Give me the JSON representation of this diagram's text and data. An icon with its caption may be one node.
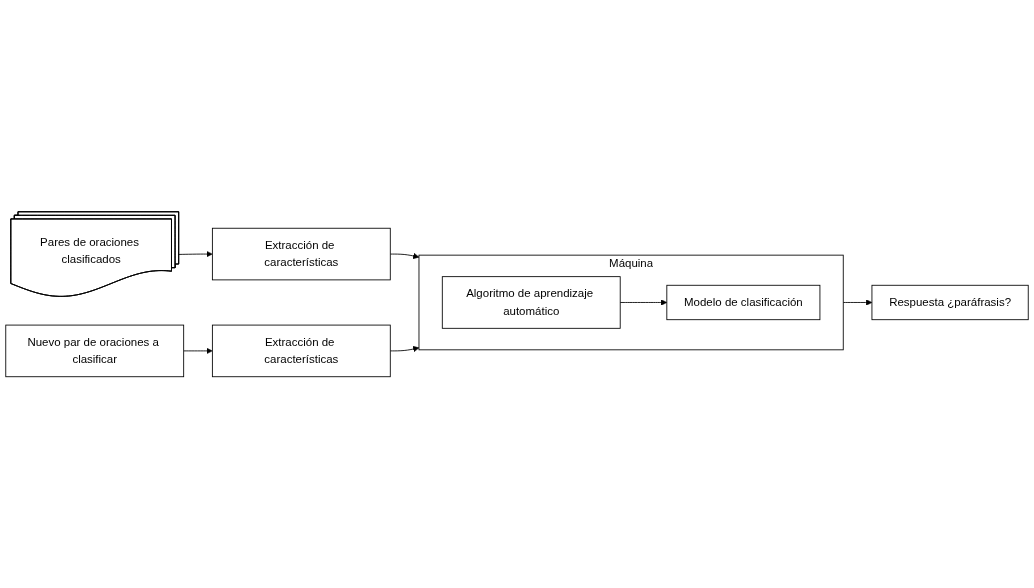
{
  "diagram": {
    "nodes": [
      {
        "text": [
          "Pares de oraciones clasificados"
        ]
      },
      {
        "text": [
          "Extracción de características"
        ]
      },
      {
        "text": [
          "Máquina"
        ]
      },
      {
        "text": [
          "Algoritmo de aprendizaje automático"
        ],
        "in": 2
      },
      {
        "text": [
          "Modelo de clasificación"
        ],
        "in": 2
      },
      {
        "text": [
          "Nuevo par de oraciones a clasificar"
        ]
      },
      {
        "text": [
          "Extracción de características"
        ]
      },
      {
        "text": [
          "Respuesta ¿paráfrasis?"
        ]
      }
    ],
    "edges": [
      {
        "from": 0,
        "to": 1,
        "arrow": "to"
      },
      {
        "from": 1,
        "to": 2,
        "arrow": "to"
      },
      {
        "from": 3,
        "to": 4,
        "arrow": "to"
      },
      {
        "from": 5,
        "to": 6,
        "arrow": "to"
      },
      {
        "from": 6,
        "to": 2,
        "arrow": "to"
      },
      {
        "from": 2,
        "to": 7,
        "arrow": "to"
      }
    ]
  }
}
